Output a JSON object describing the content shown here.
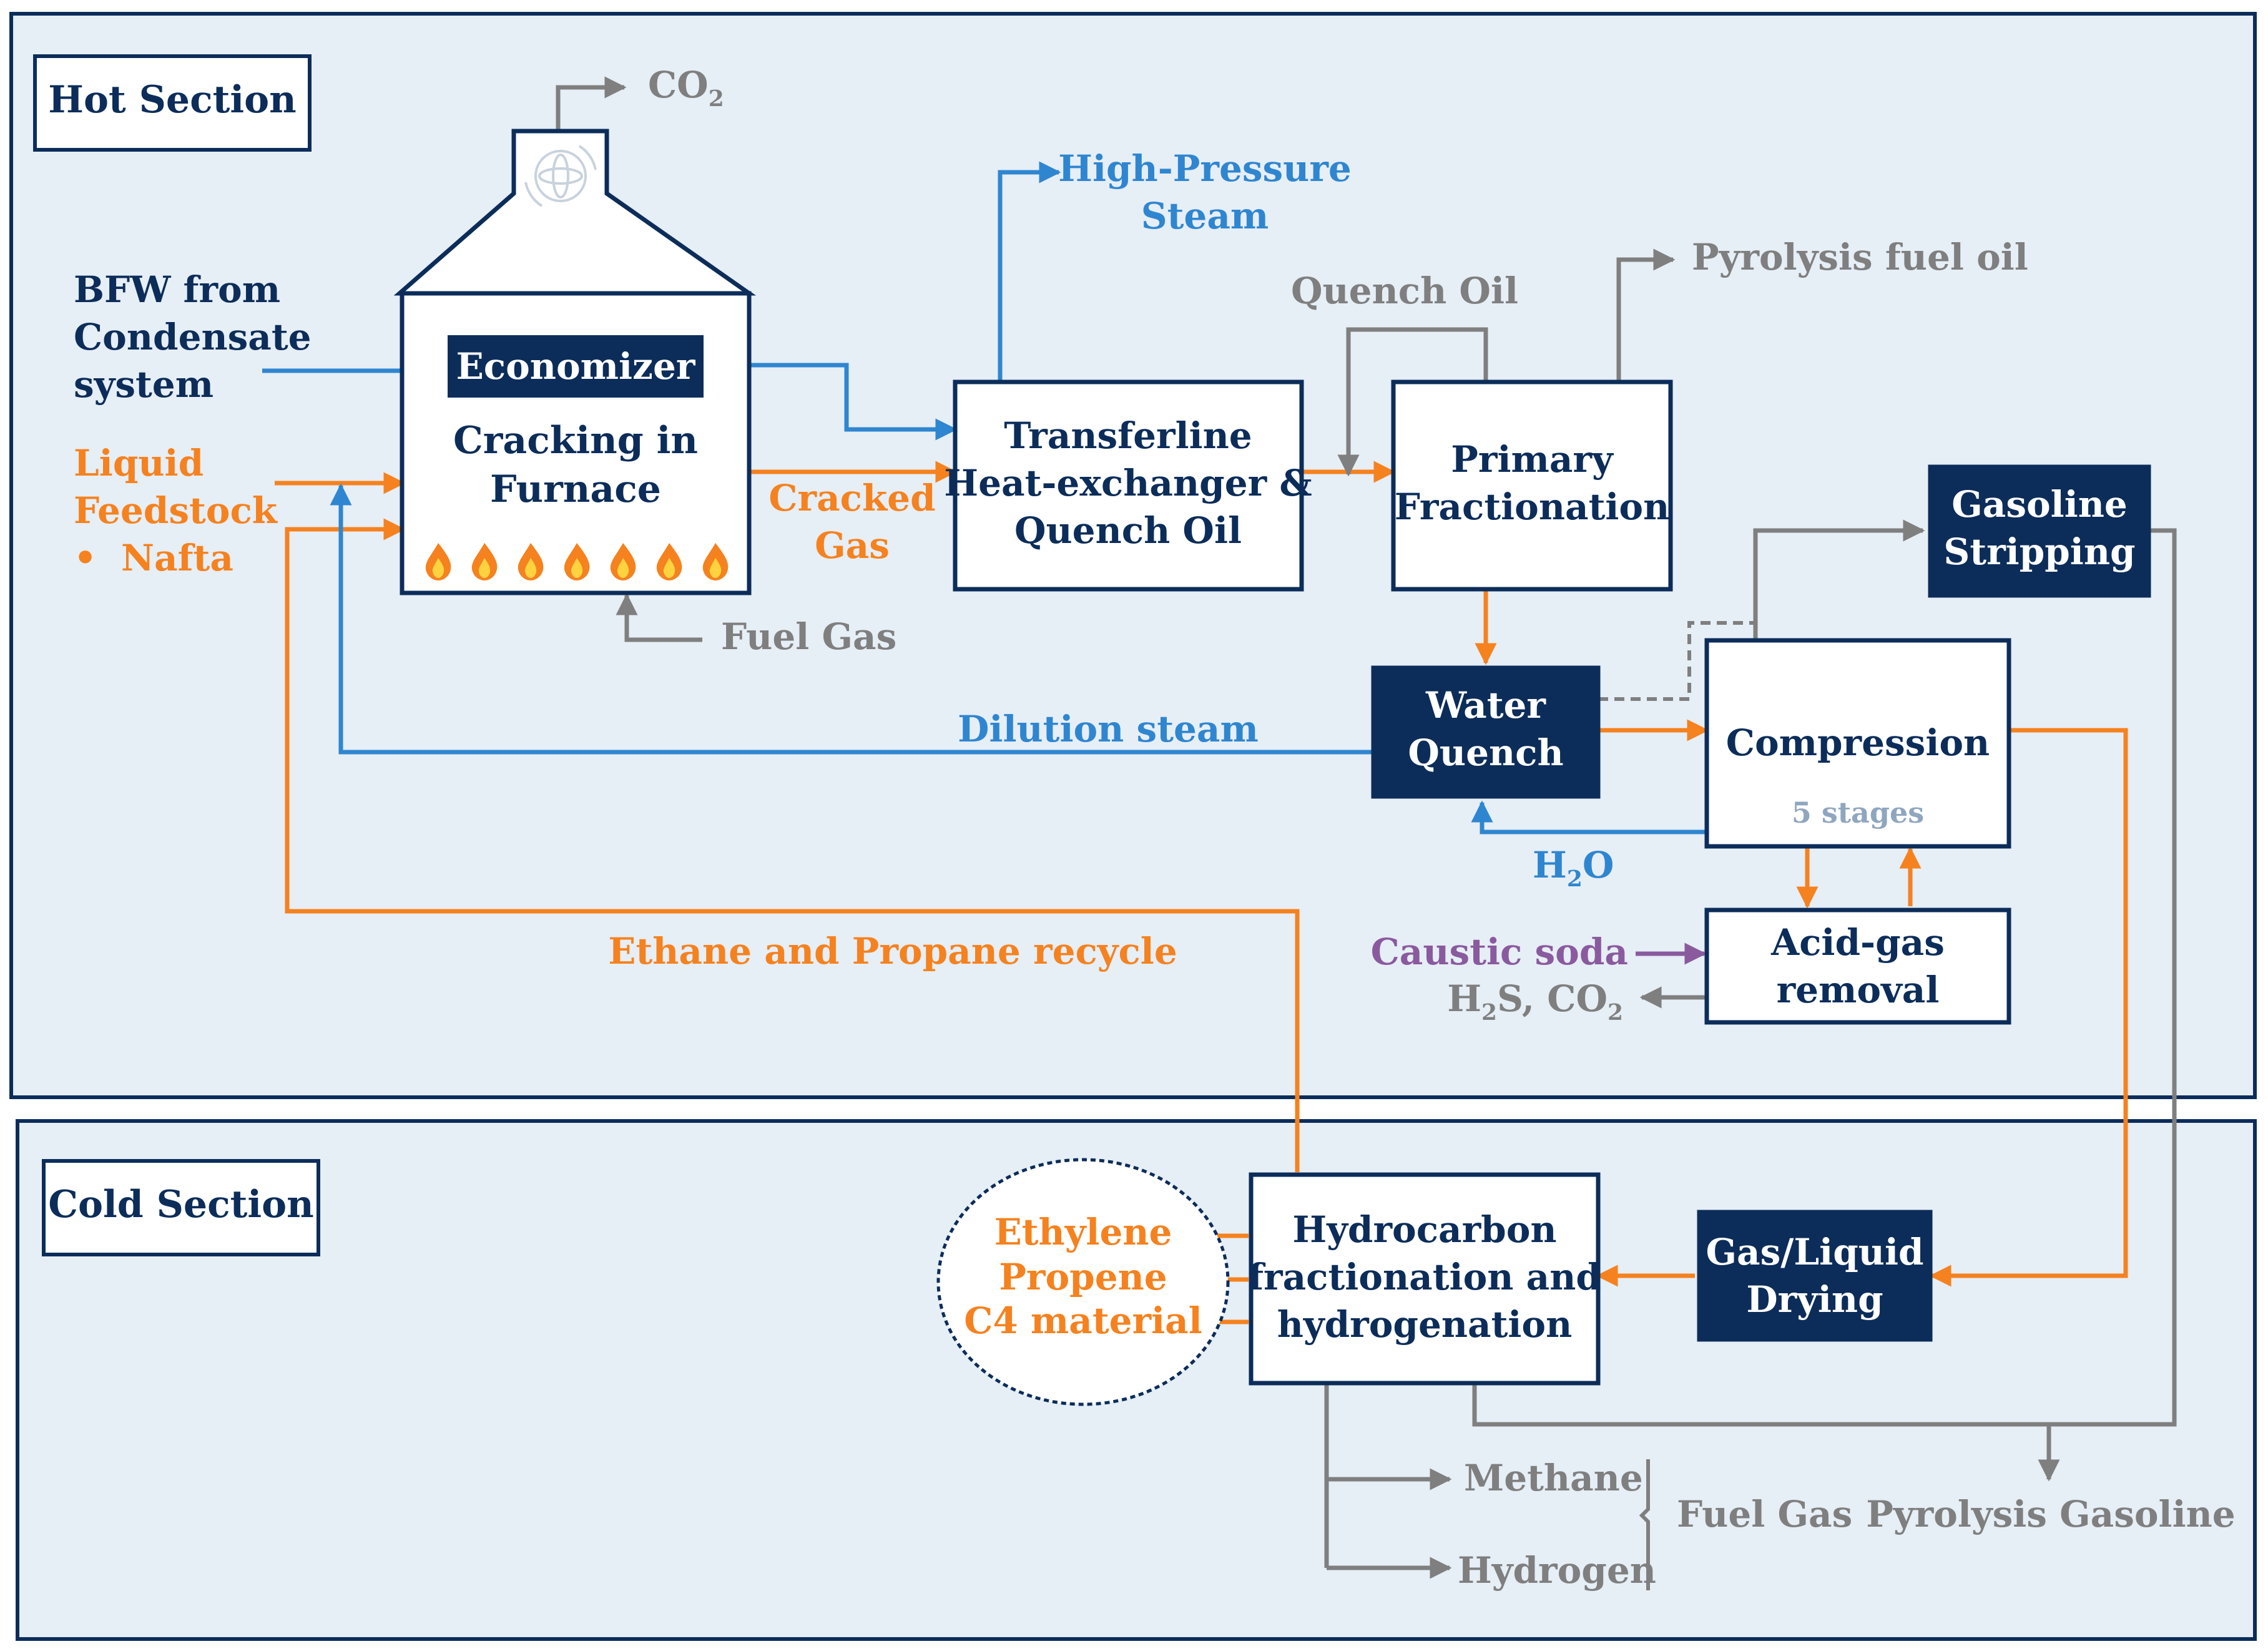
{
  "sections": {
    "hot": "Hot Section",
    "cold": "Cold Section"
  },
  "furnace": {
    "economizer": "Economizer",
    "title_line1": "Cracking in",
    "title_line2": "Furnace",
    "co2": "CO",
    "co2_sub": "2",
    "fuel_gas": "Fuel Gas"
  },
  "inputs": {
    "bfw_line1": "BFW from",
    "bfw_line2": "Condensate",
    "bfw_line3": "system",
    "liquid_line1": "Liquid",
    "liquid_line2": "Feedstock",
    "liquid_bullet": "•",
    "liquid_item": "Nafta"
  },
  "streams": {
    "cracked_gas_line1": "Cracked",
    "cracked_gas_line2": "Gas",
    "hp_steam_line1": "High-Pressure",
    "hp_steam_line2": "Steam",
    "quench_oil": "Quench Oil",
    "pyrolysis_fuel_oil": "Pyrolysis fuel oil",
    "dilution_steam": "Dilution steam",
    "h2o": "H",
    "h2o_sub": "2",
    "h2o_end": "O",
    "caustic_soda": "Caustic soda",
    "h2s": "H",
    "h2s_sub": "2",
    "h2s_end": "S, CO",
    "h2s_co2_sub": "2",
    "recycle": "Ethane and Propane recycle",
    "methane": "Methane",
    "hydrogen": "Hydrogen",
    "fuel_gas": "Fuel Gas",
    "pyrolysis_gasoline": "Pyrolysis Gasoline"
  },
  "units": {
    "transferline_line1": "Transferline",
    "transferline_line2": "Heat-exchanger &",
    "transferline_line3": "Quench Oil",
    "primary_line1": "Primary",
    "primary_line2": "Fractionation",
    "gasoline_line1": "Gasoline",
    "gasoline_line2": "Stripping",
    "water_line1": "Water",
    "water_line2": "Quench",
    "compression": "Compression",
    "compression_note": "5 stages",
    "acid_line1": "Acid-gas",
    "acid_line2": "removal",
    "hydro_line1": "Hydrocarbon",
    "hydro_line2": "fractionation and",
    "hydro_line3": "hydrogenation",
    "drying_line1": "Gas/Liquid",
    "drying_line2": "Drying"
  },
  "products": {
    "ethylene": "Ethylene",
    "propene": "Propene",
    "c4": "C4 material"
  },
  "colors": {
    "navy": "#0c2d5a",
    "blue": "#2f86d0",
    "orange": "#f5821f",
    "grey": "#7f7f7f",
    "purple": "#8a5a9e",
    "section_bg": "#e6eef6",
    "light_note": "#8fa6bf"
  }
}
